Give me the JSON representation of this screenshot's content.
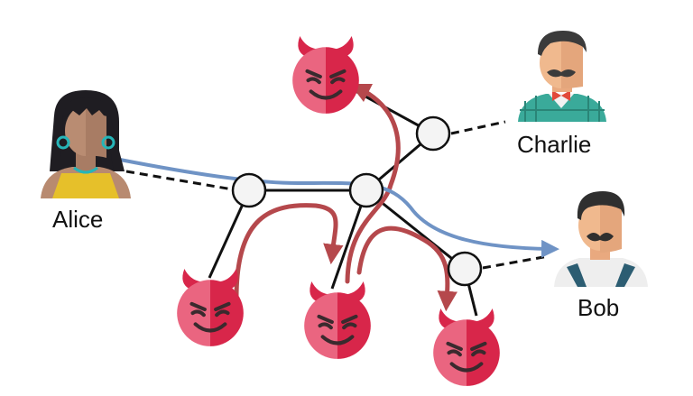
{
  "people": {
    "alice": {
      "name": "Alice"
    },
    "charlie": {
      "name": "Charlie"
    },
    "bob": {
      "name": "Bob"
    }
  },
  "colors": {
    "attacker_light": "#ea6580",
    "attacker_dark": "#d8264a",
    "attack_flow": "#b5484c",
    "message_flow": "#6f93c5",
    "node_fill": "#f4f4f4",
    "edge": "#111111"
  },
  "icons": {
    "person": "person-icon",
    "attacker": "devil-face-icon",
    "node": "router-node-icon"
  }
}
